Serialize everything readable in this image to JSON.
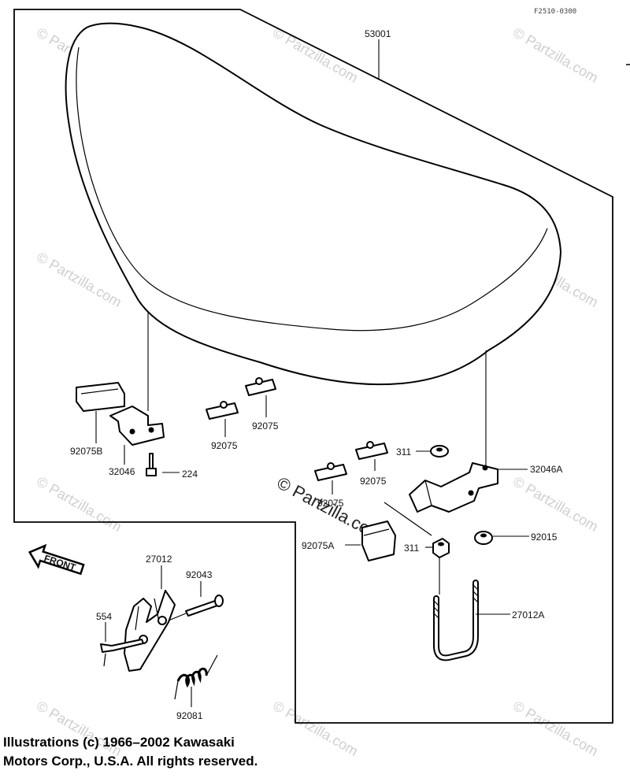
{
  "diagram": {
    "ref_code": "F2510-0300",
    "front_label": "FRONT",
    "parts": {
      "seat": "53001",
      "pad_b": "92075B",
      "bracket_l": "32046",
      "bolt_l": "224",
      "pad_1": "92075",
      "pad_2": "92075",
      "pad_3": "92075",
      "pad_4": "92075",
      "nut_top": "311",
      "bracket_r": "32046A",
      "pad_a": "92075A",
      "nut_bottom": "311",
      "nut_r": "92015",
      "ubolt": "27012A",
      "latch": "27012",
      "pin": "92043",
      "cotter": "554",
      "spring": "92081"
    },
    "watermarks": {
      "small": "© Partzilla.com",
      "large": "© Partzilla.com"
    }
  },
  "credits": {
    "line1": "Illustrations (c) 1966–2002 Kawasaki",
    "line2": "Motors Corp., U.S.A.  All rights reserved."
  }
}
